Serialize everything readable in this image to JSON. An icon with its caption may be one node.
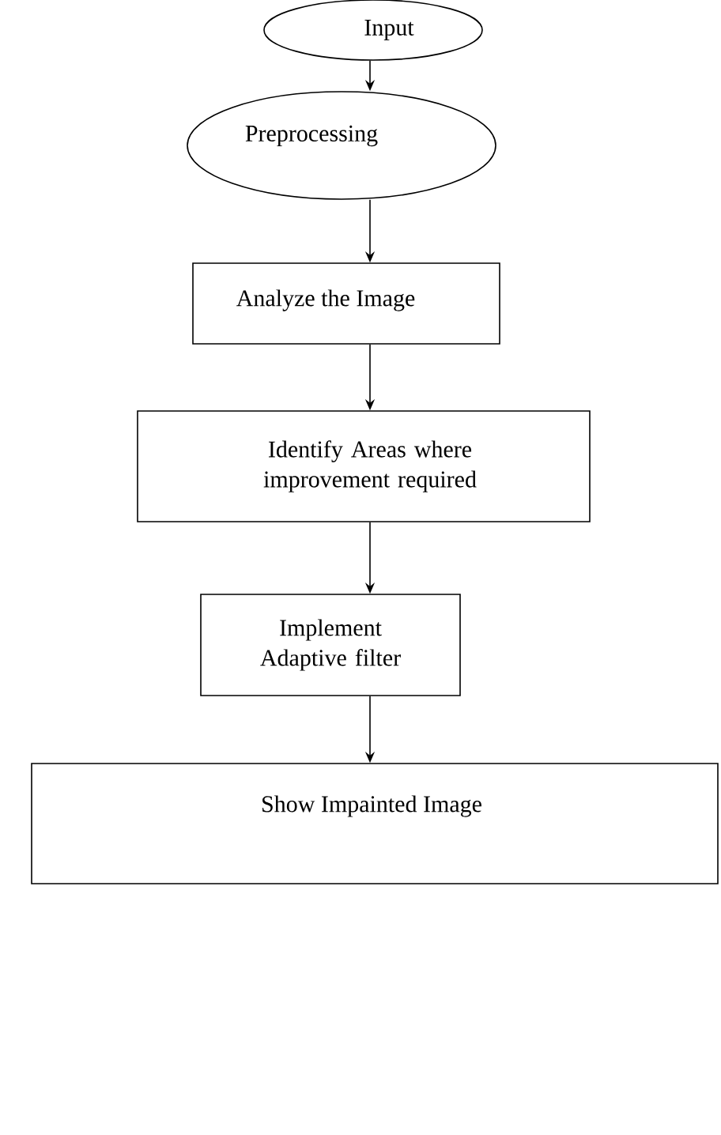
{
  "diagram": {
    "nodes": [
      {
        "text": [
          "Input"
        ]
      },
      {
        "text": [
          "Preprocessing"
        ]
      },
      {
        "text": [
          "Analyze the Image"
        ]
      },
      {
        "text": [
          "Identify Areas where improvement required"
        ]
      },
      {
        "text": [
          "Implement Adaptive filter"
        ]
      },
      {
        "text": [
          "Show Impainted Image"
        ]
      }
    ],
    "edges": [
      {
        "from": 0,
        "to": 1,
        "arrow": "to"
      },
      {
        "from": 1,
        "to": 2,
        "arrow": "to"
      },
      {
        "from": 2,
        "to": 3,
        "arrow": "to"
      },
      {
        "from": 3,
        "to": 4,
        "arrow": "to"
      },
      {
        "from": 4,
        "to": 5,
        "arrow": "to"
      }
    ]
  }
}
